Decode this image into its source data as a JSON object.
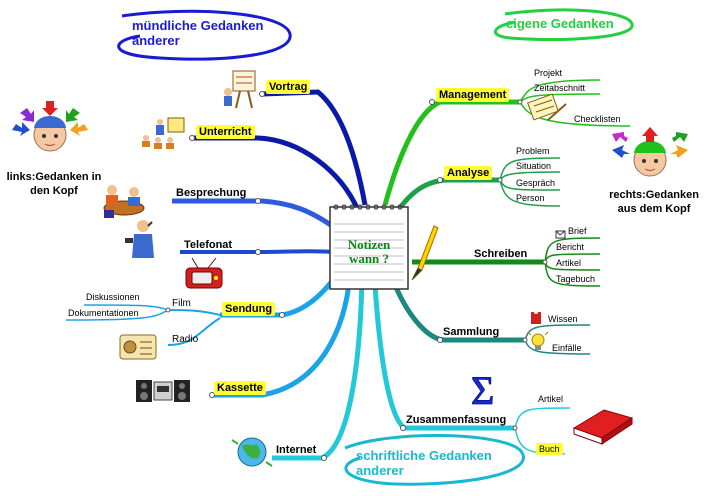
{
  "center": {
    "line1": "Notizen",
    "line2": "wann ?"
  },
  "clouds": {
    "top_left": "mündliche Gedanken anderer",
    "top_right": "eigene Gedanken",
    "bottom": "schriftliche Gedanken anderer"
  },
  "side_labels": {
    "left": "links:Gedanken in den Kopf",
    "right": "rechts:Gedanken aus dem Kopf"
  },
  "left_branches": {
    "vortrag": "Vortrag",
    "unterricht": "Unterricht",
    "besprechung": "Besprechung",
    "telefonat": "Telefonat",
    "sendung": "Sendung",
    "film": "Film",
    "diskussionen": "Diskussionen",
    "dokumentationen": "Dokumentationen",
    "radio": "Radio",
    "kassette": "Kassette",
    "internet": "Internet"
  },
  "right_branches": {
    "management": "Management",
    "management_items": [
      "Projekt",
      "Zeitabschnitt",
      "Checklisten"
    ],
    "analyse": "Analyse",
    "analyse_items": [
      "Problem",
      "Situation",
      "Gespräch",
      "Person"
    ],
    "schreiben": "Schreiben",
    "schreiben_items": [
      "Brief",
      "Bericht",
      "Artikel",
      "Tagebuch"
    ],
    "sammlung": "Sammlung",
    "sammlung_items": [
      "Wissen",
      "Einfälle"
    ],
    "zusammenfassung": "Zusammenfassung",
    "zusammenfassung_items": [
      "Artikel",
      "Buch"
    ]
  },
  "icons": [
    "lecture-icon",
    "classroom-icon",
    "meeting-icon",
    "telephone-icon",
    "tv-icon",
    "radio-icon",
    "cassette-deck-icon",
    "globe-icon",
    "checklist-icon",
    "pencil-icon",
    "sigma-icon",
    "book-icon",
    "head-left-icon",
    "head-right-icon",
    "letter-icon",
    "info-icon",
    "lightbulb-icon"
  ],
  "colors": {
    "dark_blue": "#0a1aa8",
    "mid_blue": "#2d5be0",
    "light_blue": "#1aa3e6",
    "cyan": "#23c9d6",
    "green": "#22c01c",
    "teal": "#1a8a80",
    "yellow": "#ffff33"
  }
}
